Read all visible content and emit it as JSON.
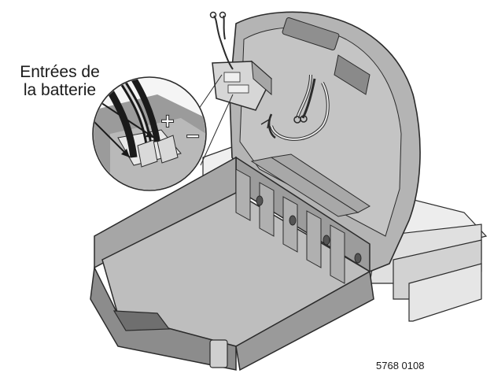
{
  "callout": {
    "line1": "Entrées de",
    "line2": "la batterie"
  },
  "terminals": {
    "plus": "+",
    "minus": "−"
  },
  "figure_id": "5768 0108",
  "colors": {
    "case_light": "#b9b9b9",
    "case_mid": "#9e9e9e",
    "case_dark": "#7d7d7d",
    "outline": "#2b2b2b",
    "slab": "#e4e4e4"
  }
}
